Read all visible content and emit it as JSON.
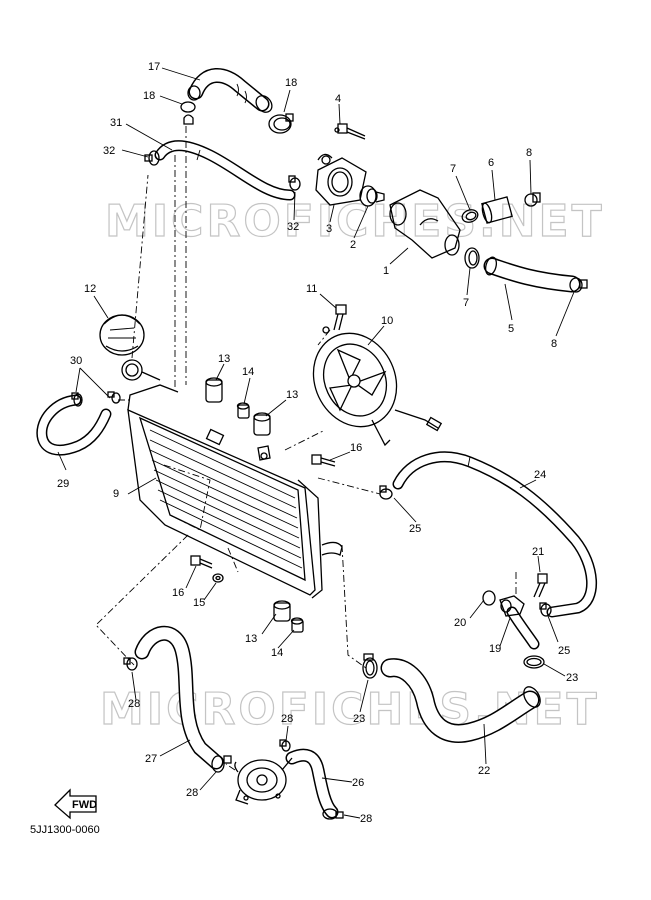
{
  "watermarks": [
    "MICROFICHES.NET",
    "MICROFICHES.NET"
  ],
  "diagram_code": "5JJ1300-0060",
  "fwd_label": "FWD",
  "callouts": [
    {
      "id": "17",
      "label": "17"
    },
    {
      "id": "18a",
      "label": "18"
    },
    {
      "id": "18b",
      "label": "18"
    },
    {
      "id": "4",
      "label": "4"
    },
    {
      "id": "31",
      "label": "31"
    },
    {
      "id": "32a",
      "label": "32"
    },
    {
      "id": "32b",
      "label": "32"
    },
    {
      "id": "7a",
      "label": "7"
    },
    {
      "id": "6",
      "label": "6"
    },
    {
      "id": "8a",
      "label": "8"
    },
    {
      "id": "3",
      "label": "3"
    },
    {
      "id": "2",
      "label": "2"
    },
    {
      "id": "1",
      "label": "1"
    },
    {
      "id": "7b",
      "label": "7"
    },
    {
      "id": "5",
      "label": "5"
    },
    {
      "id": "8b",
      "label": "8"
    },
    {
      "id": "12",
      "label": "12"
    },
    {
      "id": "11",
      "label": "11"
    },
    {
      "id": "10",
      "label": "10"
    },
    {
      "id": "30",
      "label": "30"
    },
    {
      "id": "13a",
      "label": "13"
    },
    {
      "id": "14a",
      "label": "14"
    },
    {
      "id": "13b",
      "label": "13"
    },
    {
      "id": "16a",
      "label": "16"
    },
    {
      "id": "24",
      "label": "24"
    },
    {
      "id": "29",
      "label": "29"
    },
    {
      "id": "9",
      "label": "9"
    },
    {
      "id": "25a",
      "label": "25"
    },
    {
      "id": "21",
      "label": "21"
    },
    {
      "id": "16b",
      "label": "16"
    },
    {
      "id": "15",
      "label": "15"
    },
    {
      "id": "20",
      "label": "20"
    },
    {
      "id": "25b",
      "label": "25"
    },
    {
      "id": "13c",
      "label": "13"
    },
    {
      "id": "19",
      "label": "19"
    },
    {
      "id": "14b",
      "label": "14"
    },
    {
      "id": "23a",
      "label": "23"
    },
    {
      "id": "28a",
      "label": "28"
    },
    {
      "id": "23b",
      "label": "23"
    },
    {
      "id": "28b",
      "label": "28"
    },
    {
      "id": "27",
      "label": "27"
    },
    {
      "id": "22",
      "label": "22"
    },
    {
      "id": "26",
      "label": "26"
    },
    {
      "id": "28c",
      "label": "28"
    },
    {
      "id": "28d",
      "label": "28"
    }
  ]
}
